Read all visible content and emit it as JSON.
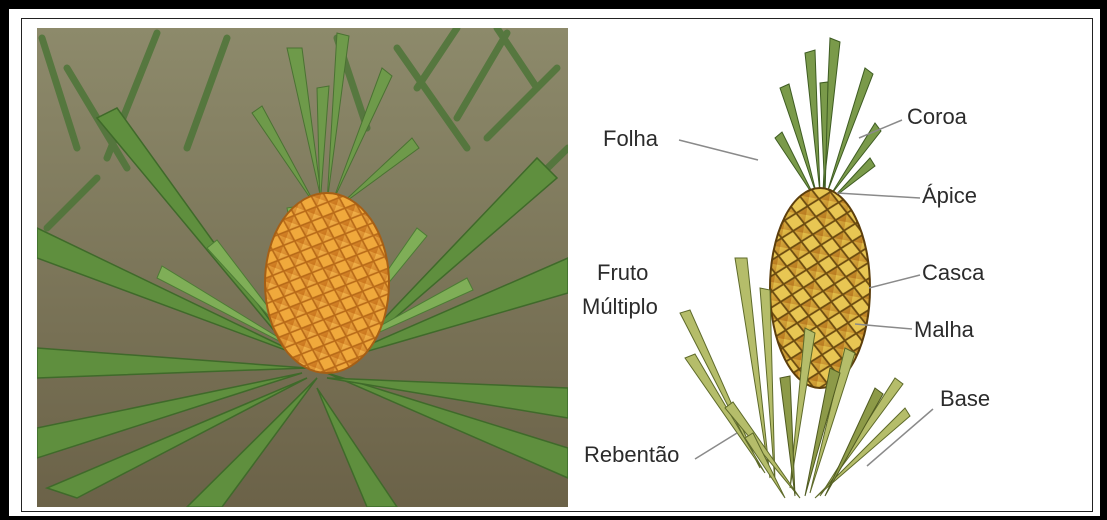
{
  "labels": {
    "folha": "Folha",
    "coroa": "Coroa",
    "apice": "Ápice",
    "fruto_line1": "Fruto",
    "fruto_line2": "Múltiplo",
    "casca": "Casca",
    "malha": "Malha",
    "base": "Base",
    "rebentao": "Rebentão"
  },
  "colors": {
    "frame": "#000000",
    "leader_line": "#8a8a8a",
    "label_text": "#2b2b2b",
    "fruit_orange": "#e79a2c",
    "leaf_green": "#5f8f3e"
  }
}
